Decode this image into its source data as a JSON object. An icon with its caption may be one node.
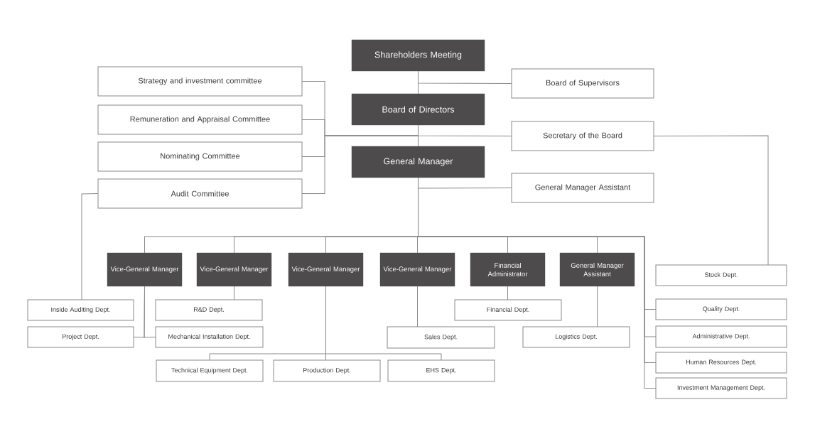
{
  "diagram": {
    "nodes": [
      {
        "text": [
          "Shareholders Meeting"
        ]
      },
      {
        "text": [
          "Board of Supervisors"
        ]
      },
      {
        "text": [
          "Strategy and investment committee"
        ]
      },
      {
        "text": [
          "Remuneration and Appraisal Committee"
        ]
      },
      {
        "text": [
          "Board of Directors"
        ]
      },
      {
        "text": [
          "Secretary of the Board"
        ]
      },
      {
        "text": [
          "Nominating Committee"
        ]
      },
      {
        "text": [
          "General Manager"
        ]
      },
      {
        "text": [
          "General Manager Assistant"
        ]
      },
      {
        "text": [
          "Audit Committee"
        ]
      },
      {
        "text": [
          "Vice-General Manager"
        ]
      },
      {
        "text": [
          "Vice-General Manager"
        ]
      },
      {
        "text": [
          "Vice-General Manager"
        ]
      },
      {
        "text": [
          "Vice-General Manager"
        ]
      },
      {
        "text": [
          "Financial Administrator"
        ]
      },
      {
        "text": [
          "General Manager Assistant"
        ]
      },
      {
        "text": [
          "Stock Dept."
        ]
      },
      {
        "text": [
          "Inside Auditing Dept."
        ]
      },
      {
        "text": [
          "R&D Dept."
        ]
      },
      {
        "text": [
          "Financial Dept."
        ]
      },
      {
        "text": [
          "Quality Dept."
        ]
      },
      {
        "text": [
          "Project Dept."
        ]
      },
      {
        "text": [
          "Mechanical Installation Dept."
        ]
      },
      {
        "text": [
          "Sales Dept."
        ]
      },
      {
        "text": [
          "Logistics Dept."
        ]
      },
      {
        "text": [
          "Administrative Dept."
        ]
      },
      {
        "text": [
          "Human Resources Dept."
        ]
      },
      {
        "text": [
          "Technical Equipment Dept."
        ]
      },
      {
        "text": [
          "Production Dept."
        ]
      },
      {
        "text": [
          "EHS Dept."
        ]
      },
      {
        "text": [
          "Investment Management Dept."
        ]
      }
    ],
    "edges": [
      {
        "from": 0,
        "to": 4,
        "arrow": "none"
      },
      {
        "from": 0,
        "to": 1,
        "arrow": "none"
      },
      {
        "from": 4,
        "to": 2,
        "arrow": "none"
      },
      {
        "from": 4,
        "to": 3,
        "arrow": "none"
      },
      {
        "from": 4,
        "to": 6,
        "arrow": "none"
      },
      {
        "from": 4,
        "to": 9,
        "arrow": "none"
      },
      {
        "from": 4,
        "to": 5,
        "arrow": "none"
      },
      {
        "from": 4,
        "to": 7,
        "arrow": "none"
      },
      {
        "from": 7,
        "to": 8,
        "arrow": "none"
      },
      {
        "from": 7,
        "to": 10,
        "arrow": "none"
      },
      {
        "from": 7,
        "to": 11,
        "arrow": "none"
      },
      {
        "from": 7,
        "to": 12,
        "arrow": "none"
      },
      {
        "from": 7,
        "to": 13,
        "arrow": "none"
      },
      {
        "from": 7,
        "to": 14,
        "arrow": "none"
      },
      {
        "from": 7,
        "to": 15,
        "arrow": "none"
      },
      {
        "from": 7,
        "to": 20,
        "arrow": "none"
      },
      {
        "from": 7,
        "to": 25,
        "arrow": "none"
      },
      {
        "from": 7,
        "to": 26,
        "arrow": "none"
      },
      {
        "from": 7,
        "to": 30,
        "arrow": "none"
      },
      {
        "from": 9,
        "to": 17,
        "arrow": "none"
      },
      {
        "from": 5,
        "to": 16,
        "arrow": "none"
      },
      {
        "from": 10,
        "to": 21,
        "arrow": "none"
      },
      {
        "from": 10,
        "to": 22,
        "arrow": "none"
      },
      {
        "from": 11,
        "to": 18,
        "arrow": "none"
      },
      {
        "from": 12,
        "to": 27,
        "arrow": "none"
      },
      {
        "from": 12,
        "to": 28,
        "arrow": "none"
      },
      {
        "from": 12,
        "to": 29,
        "arrow": "none"
      },
      {
        "from": 13,
        "to": 23,
        "arrow": "none"
      },
      {
        "from": 14,
        "to": 19,
        "arrow": "none"
      },
      {
        "from": 15,
        "to": 24,
        "arrow": "none"
      }
    ]
  }
}
